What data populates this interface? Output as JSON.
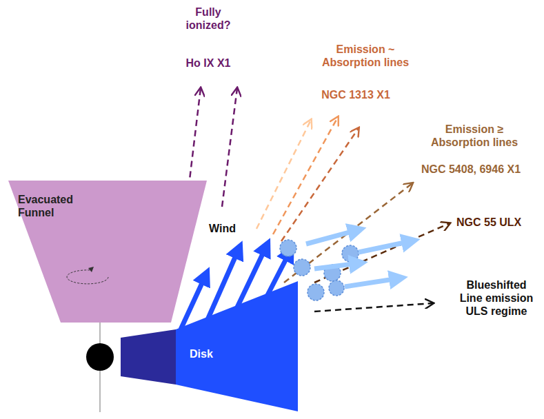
{
  "diagram": {
    "nodes": [
      {
        "text": [
          "Evacuated Funnel"
        ]
      },
      {
        "text": [
          "Disk"
        ]
      }
    ],
    "labels": [
      "Fully ionized?",
      "Ho IX X1",
      "Emission ~ Absorption lines",
      "NGC 1313 X1",
      "Emission ≥ Absorption lines",
      "NGC 5408, 6946 X1",
      "NGC 55 ULX",
      "Wind",
      "Blueshifted Line emission ULS regime"
    ]
  }
}
